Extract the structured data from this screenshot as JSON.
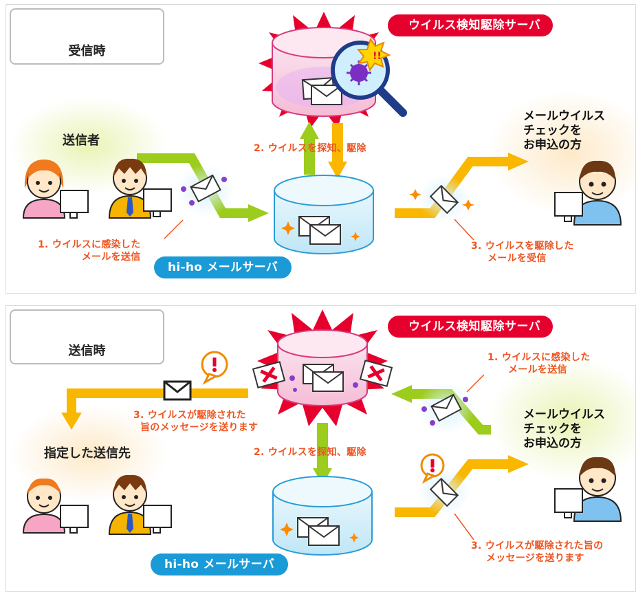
{
  "receive_panel": {
    "legend_label": "受信時",
    "server_tag": "ウイルス検知駆除サーバ",
    "sender_label": "送信者",
    "customer_label": [
      "メールウイルス",
      "チェックを",
      "お申込の方"
    ],
    "step1": [
      "1. ウイルスに感染した",
      "メールを送信"
    ],
    "step2": "2. ウイルスを探知、駆除",
    "step3": [
      "3. ウイルスを駆除した",
      "メールを受信"
    ],
    "mail_server_tag": "hi-ho メールサーバ"
  },
  "send_panel": {
    "legend_label": "送信時",
    "server_tag": "ウイルス検知駆除サーバ",
    "recipient_label": "指定した送信先",
    "customer_label": [
      "メールウイルス",
      "チェックを",
      "お申込の方"
    ],
    "step1": [
      "1. ウイルスに感染した",
      "メールを送信"
    ],
    "step2": "2. ウイルスを探知、駆除",
    "step3_left": [
      "3. ウイルスが駆除された",
      "旨のメッセージを送ります"
    ],
    "step3_right": [
      "3. ウイルスが駆除された旨の",
      "メッセージを送ります"
    ],
    "mail_server_tag": "hi-ho メールサーバ"
  },
  "colors": {
    "orange_arrow": "#f9b700",
    "green_arrow": "#9ccc1c",
    "note_text": "#ee5522",
    "server_tag": "#e6002d",
    "mail_tag": "#1a9ad6"
  }
}
